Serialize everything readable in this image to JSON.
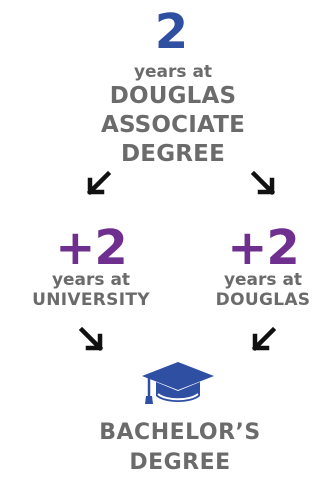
{
  "top": {
    "number": "2",
    "years_at": "years at",
    "lines": [
      "DOUGLAS",
      "ASSOCIATE",
      "DEGREE"
    ]
  },
  "left": {
    "number": "+2",
    "years_at": "years at",
    "place": "UNIVERSITY"
  },
  "right": {
    "number": "+2",
    "years_at": "years at",
    "place": "DOUGLAS"
  },
  "bottom": {
    "lines": [
      "BACHELOR’S",
      "DEGREE"
    ]
  },
  "colors": {
    "top_number": "#2f4fa3",
    "plus_number": "#6f2f8f",
    "text_gray": "#6b6b6b",
    "arrow": "#111111",
    "cap": "#2f4fa3"
  },
  "icons": [
    "arrow-down-left-icon",
    "arrow-down-right-icon",
    "graduation-cap-icon"
  ]
}
